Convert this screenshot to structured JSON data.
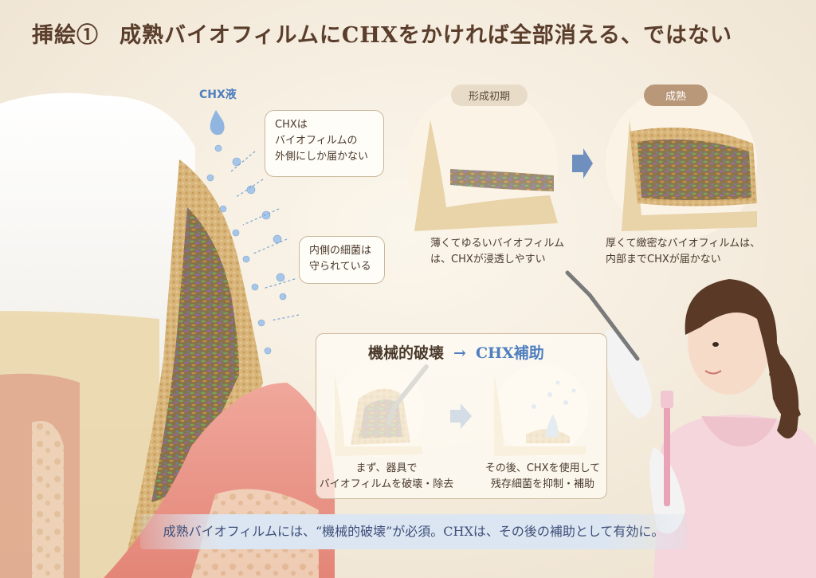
{
  "title": {
    "number": "挿絵①",
    "text": "成熟バイオフィルムにCHXをかければ全部消える、ではない"
  },
  "tooth_panel": {
    "chx_label": "CHX液",
    "bubble_outer": {
      "lines": [
        "CHXは",
        "バイオフィルムの",
        "外側にしか届かない"
      ]
    },
    "bubble_inner": {
      "lines": [
        "内側の細菌は",
        "守られている"
      ]
    }
  },
  "comparison": {
    "early": {
      "label": "形成初期",
      "caption": [
        "薄くてゆるいバイオフィルム",
        "は、CHXが浸透しやすい"
      ]
    },
    "mature": {
      "label": "成熟",
      "caption": [
        "厚くて緻密なバイオフィルムは、",
        "内部までCHXが届かない"
      ]
    }
  },
  "process_box": {
    "title_left": "機械的破壊",
    "arrow": "→",
    "title_right": "CHX補助",
    "step1_caption": [
      "まず、器具で",
      "バイオフィルムを破壊・除去"
    ],
    "step2_caption": [
      "その後、CHXを使用して",
      "残存細菌を抑制・補助"
    ]
  },
  "banner": {
    "text": "成熟バイオフィルムには、“機械的破壊”が必須。CHXは、その後の補助として有効に。"
  },
  "colors": {
    "title": "#5a3d2b",
    "accent_blue": "#4f7fbf",
    "background": "#f6efe3",
    "banner_bg": "#dce6f2"
  },
  "icons": [
    "chx-droplet-icon",
    "arrow-right-icon",
    "scaler-icon",
    "toothbrush-icon"
  ]
}
